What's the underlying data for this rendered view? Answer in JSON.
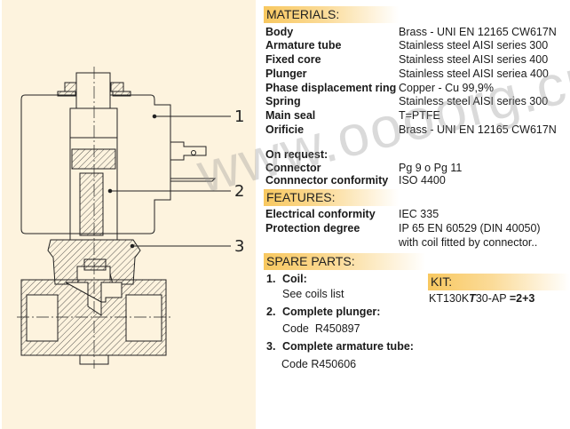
{
  "diagram": {
    "callouts": [
      "1",
      "2",
      "3"
    ]
  },
  "materials": {
    "title": "MATERIALS:",
    "rows": [
      {
        "label": "Body",
        "value": "Brass - UNI EN 12165 CW617N"
      },
      {
        "label": "Armature tube",
        "value": "Stainless steel AISI series 300"
      },
      {
        "label": "Fixed core",
        "value": "Stainless steel AISI series 400"
      },
      {
        "label": "Plunger",
        "value": "Stainless steel AISI seriea 400"
      },
      {
        "label": "Phase displacement ring",
        "value": "Copper - Cu 99,9%"
      },
      {
        "label": "Spring",
        "value": "Stainless steel AISI series 300"
      },
      {
        "label": "Main seal",
        "value": "T=PTFE"
      },
      {
        "label": "Orificie",
        "value": "Brass - UNI EN 12165 CW617N"
      }
    ]
  },
  "on_request": {
    "title": "On request:",
    "rows": [
      {
        "label": "Connector",
        "value": "Pg 9 o Pg 11"
      },
      {
        "label": "Connnector conformity",
        "value": "ISO 4400"
      }
    ]
  },
  "features": {
    "title": "FEATURES:",
    "rows": [
      {
        "label": "Electrical conformity",
        "value": "IEC 335"
      },
      {
        "label": "Protection degree",
        "value": "IP 65 EN 60529 (DIN 40050)",
        "value2": "with coil fitted by connector.."
      }
    ]
  },
  "spare_parts": {
    "title": "SPARE PARTS:",
    "items": [
      {
        "num": "1.",
        "title": "Coil:",
        "detail": "See coils list"
      },
      {
        "num": "2.",
        "title": "Complete plunger:",
        "detail": "Code  R450897"
      },
      {
        "num": "3.",
        "title": "Complete armature tube:",
        "detail": "Code R450606"
      }
    ]
  },
  "kit": {
    "title": "KIT:",
    "code_a": "KT130K",
    "code_b": "T",
    "code_c": "30-AP ",
    "result": "=2+3"
  },
  "watermark": "www.oooorg.cn"
}
